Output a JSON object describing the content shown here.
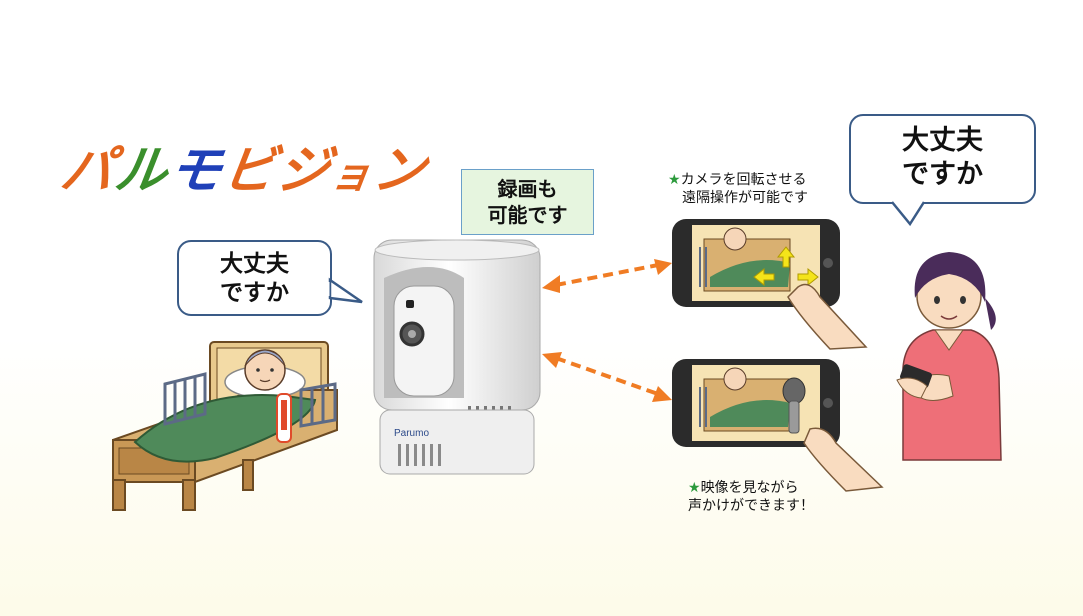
{
  "logo": {
    "chars": [
      "パ",
      "ル",
      "モ",
      "ビ",
      "ジ",
      "ョ",
      "ン"
    ],
    "colors": [
      "#e4661e",
      "#3a8f2c",
      "#1f40b8",
      "#e4661e",
      "#e4661e",
      "#e4661e",
      "#e4661e"
    ]
  },
  "bubble_left": {
    "line1": "大丈夫",
    "line2": "ですか"
  },
  "bubble_right": {
    "line1": "大丈夫",
    "line2": "ですか"
  },
  "record_note": {
    "line1": "録画も",
    "line2": "可能です"
  },
  "caption_top": {
    "star": "★",
    "line1": "カメラを回転させる",
    "line2": "遠隔操作が可能です"
  },
  "caption_bottom": {
    "star": "★",
    "line1": "映像を見ながら",
    "line2": "声かけができます！"
  },
  "camera_brand": "Parumo",
  "colors": {
    "arrow": "#f07c24",
    "bubble_border": "#3a5b87",
    "note_fill": "#e6f5df",
    "star": "#2c9a3c"
  }
}
